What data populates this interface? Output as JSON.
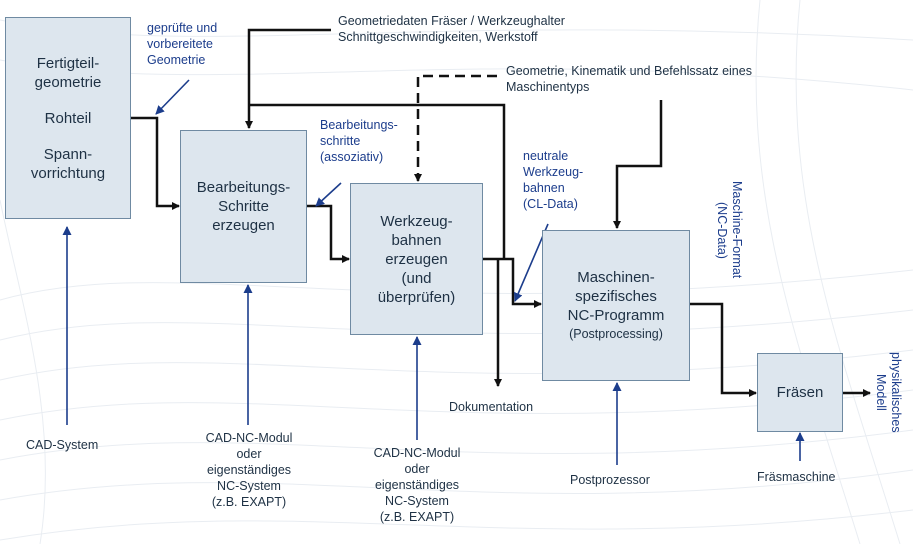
{
  "boxes": {
    "fertigteil": {
      "line1": "Fertigteil-\ngeometrie",
      "line2": "Rohteil",
      "line3": "Spann-\nvorrichtung"
    },
    "bearbeitung": {
      "label": "Bearbeitungs-\nSchritte\nerzeugen"
    },
    "werkzeug": {
      "label": "Werkzeug-\nbahnen\nerzeugen\n(und\nüberprüfen)"
    },
    "maschinen": {
      "label": "Maschinen-\nspezifisches\nNC-Programm",
      "sub": "(Postprocessing)"
    },
    "fraesen": {
      "label": "Fräsen"
    }
  },
  "labels": {
    "gepruefte": "geprüfte und\nvorbereitete\nGeometrie",
    "geometriedaten": "Geometriedaten Fräser / Werkzeughalter\nSchnittgeschwindigkeiten, Werkstoff",
    "kinematik": "Geometrie, Kinematik und  Befehlssatz eines\nMaschinentyps",
    "bearbeitungsschritte": "Bearbeitungs-\nschritte\n(assoziativ)",
    "neutrale": "neutrale\nWerkzeug-\nbahnen\n(CL-Data)",
    "maschinen_format": "Maschine-Format\n(NC-Data)",
    "physikalisches": "physikalisches\nModell",
    "cad_system": "CAD-System",
    "cad_nc_1": "CAD-NC-Modul\noder\neigenständiges\nNC-System\n(z.B. EXAPT)",
    "cad_nc_2": "CAD-NC-Modul\noder\neigenständiges\nNC-System\n(z.B. EXAPT)",
    "dokumentation": "Dokumentation",
    "postprozessor": "Postprozessor",
    "fraesmaschine": "Fräsmaschine"
  },
  "colors": {
    "box_fill": "#dde6ee",
    "box_border": "#6f8aa2",
    "box_text": "#1e3144",
    "arrow_black": "#111111",
    "arrow_blue": "#1c3d8c",
    "label_blue": "#1c3d8c"
  }
}
